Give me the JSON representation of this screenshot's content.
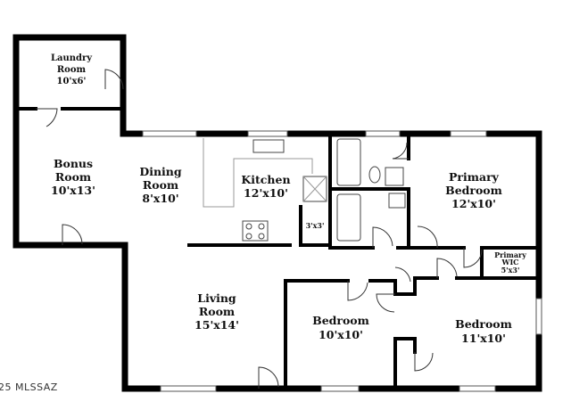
{
  "rooms": {
    "laundry": {
      "name_1": "Laundry",
      "name_2": "Room",
      "size": "10'x6'"
    },
    "bonus": {
      "name_1": "Bonus",
      "name_2": "Room",
      "size": "10'x13'"
    },
    "dining": {
      "name_1": "Dining",
      "name_2": "Room",
      "size": "8'x10'"
    },
    "kitchen": {
      "name": "Kitchen",
      "size": "12'x10'"
    },
    "pantry": {
      "size": "3'x3'"
    },
    "primary_bedroom": {
      "name_1": "Primary",
      "name_2": "Bedroom",
      "size": "12'x10'"
    },
    "primary_wic": {
      "name_1": "Primary",
      "name_2": "WIC",
      "size": "5'x3'"
    },
    "living": {
      "name_1": "Living",
      "name_2": "Room",
      "size": "15'x14'"
    },
    "bedroom_center": {
      "name": "Bedroom",
      "size": "10'x10'"
    },
    "bedroom_right": {
      "name": "Bedroom",
      "size": "11'x10'"
    }
  },
  "watermark": "25 MLSSAZ"
}
